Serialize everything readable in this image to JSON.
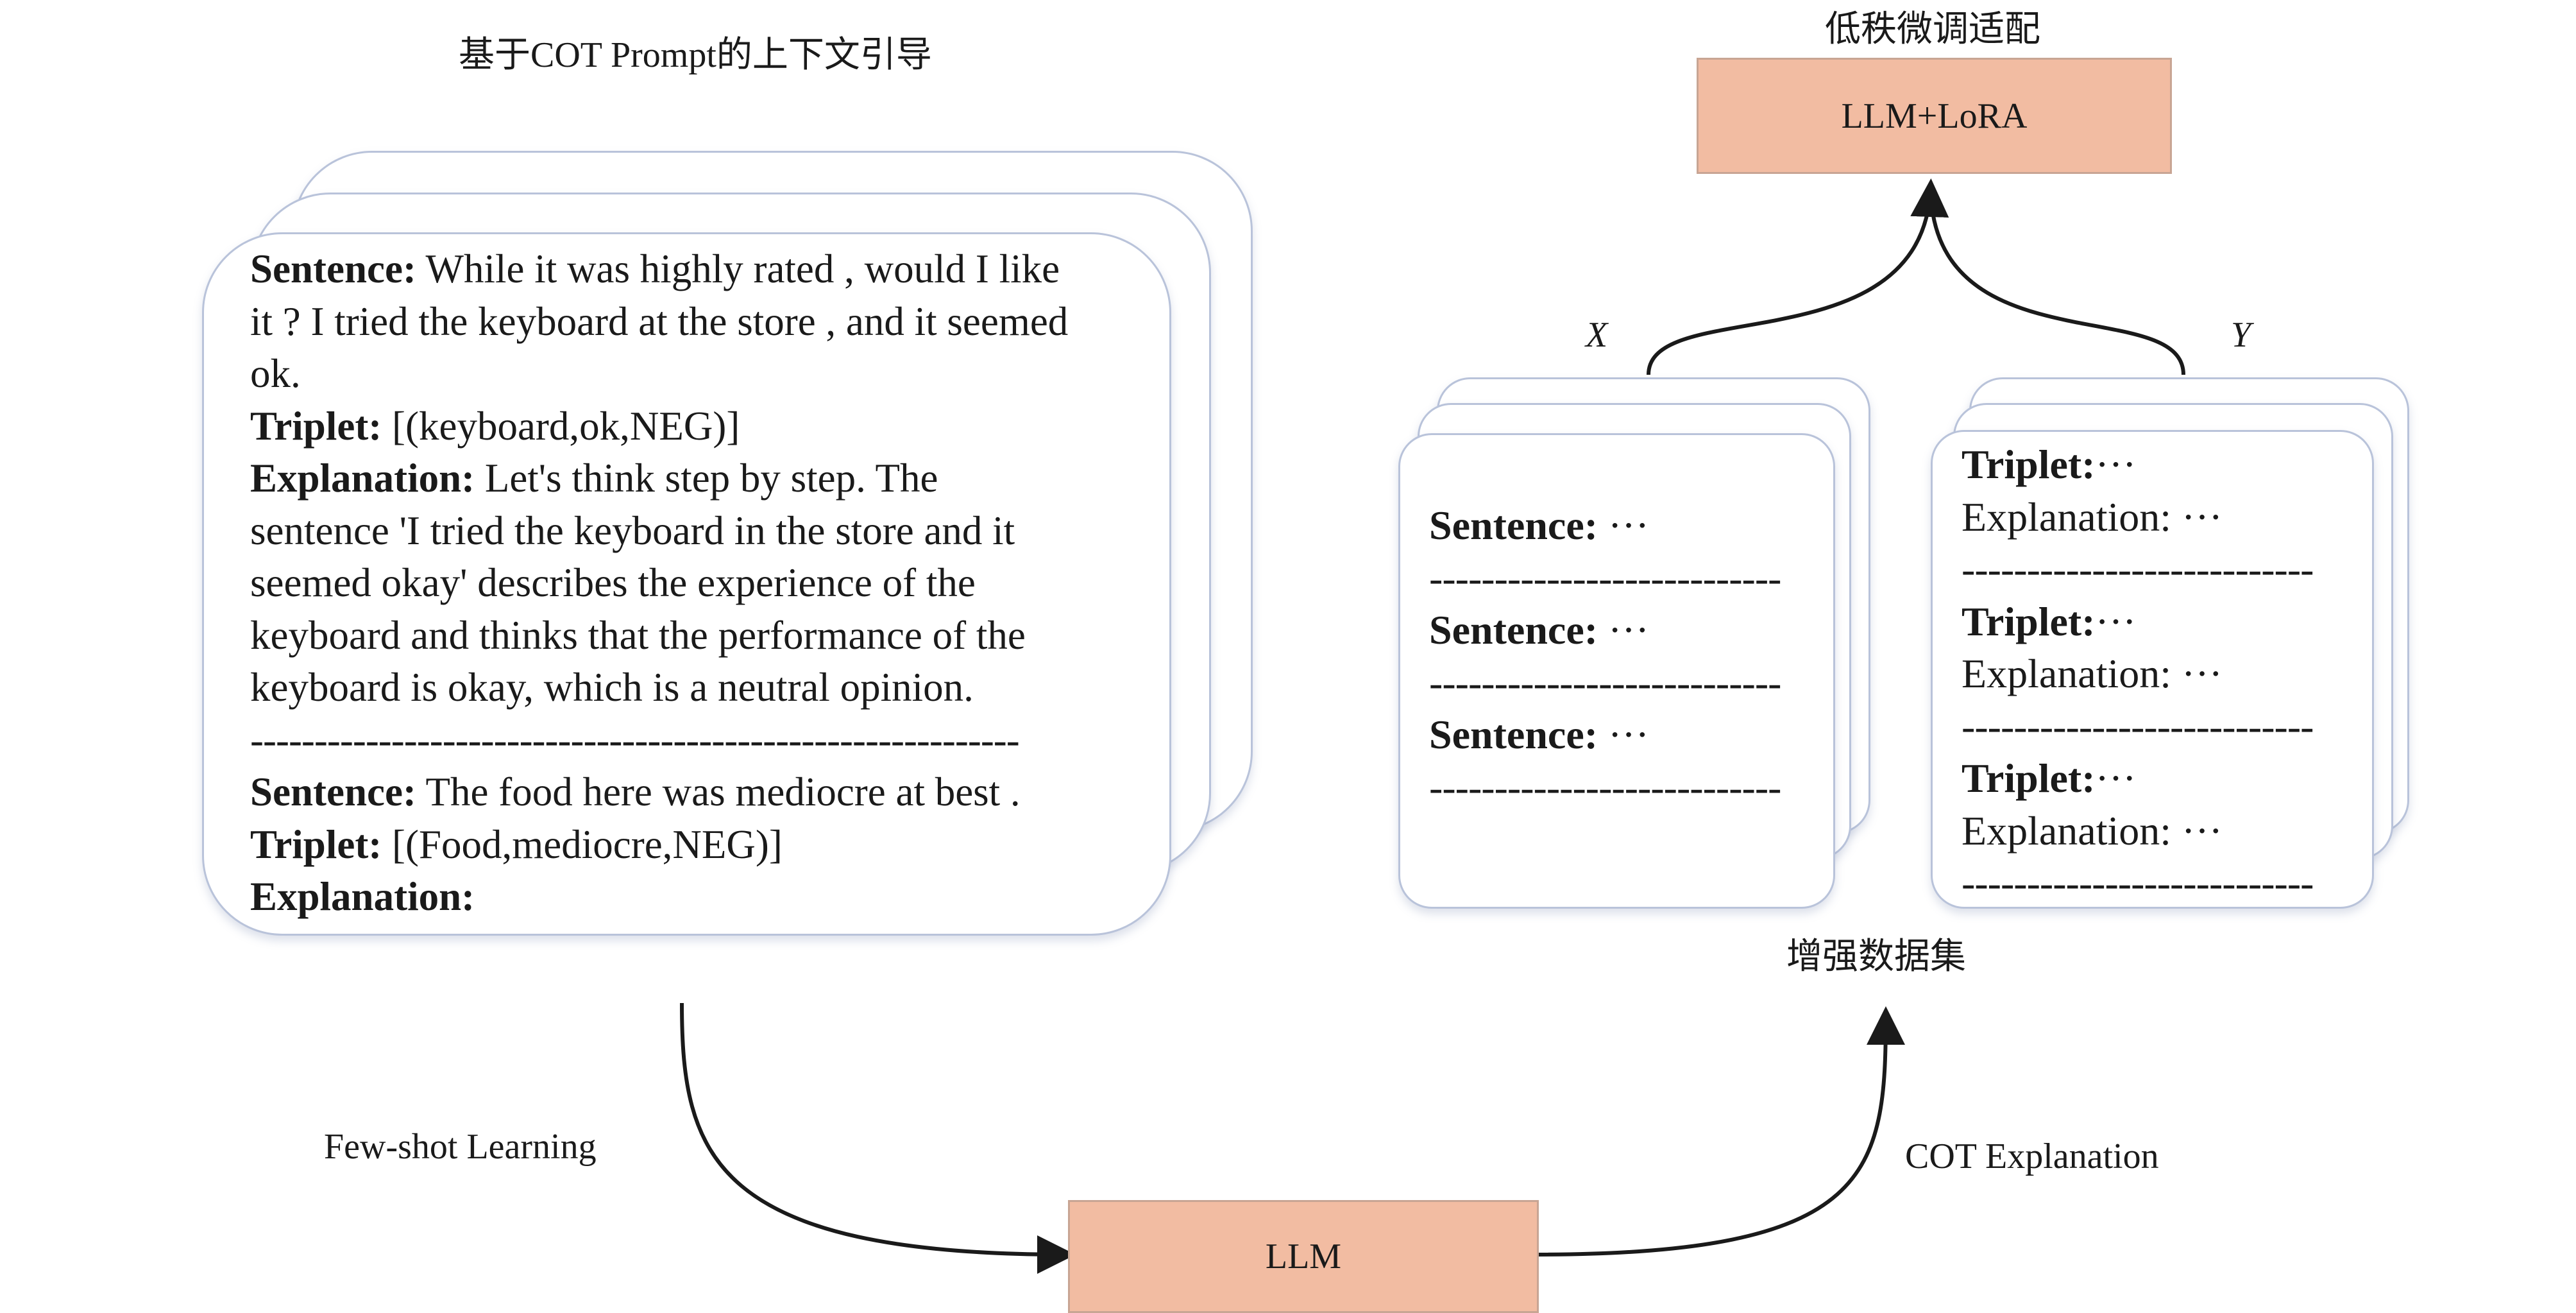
{
  "prompt_panel": {
    "title": "基于COT Prompt的上下文引导",
    "example1": {
      "sentence_label": "Sentence:",
      "sentence_lines": [
        "While it was highly rated , would I like",
        "it ? I tried the keyboard at the store , and it seemed",
        "ok."
      ],
      "triplet_label": "Triplet:",
      "triplet_value": "[(keyboard,ok,NEG)]",
      "explanation_label": "Explanation:",
      "explanation_lines": [
        "Let's think step by step. The",
        "sentence 'I tried the keyboard in the store and it",
        "seemed okay' describes the experience of the",
        "keyboard and thinks that the performance of the",
        "keyboard is okay, which is a neutral opinion."
      ]
    },
    "separator": "------------------------------------------------------------",
    "example2": {
      "sentence_label": "Sentence:",
      "sentence_value": "The food here was mediocre at best .",
      "triplet_label": "Triplet:",
      "triplet_value": "[(Food,mediocre,NEG)]",
      "explanation_label": "Explanation:"
    }
  },
  "left_arrow_label": "Few-shot Learning",
  "llm_box": "LLM",
  "right_arrow_label": "COT Explanation",
  "dataset": {
    "title": "增强数据集",
    "x_label": "X",
    "y_label": "Y",
    "x_card": {
      "items": [
        {
          "label": "Sentence:",
          "value": "···",
          "sep": "---------------------------"
        },
        {
          "label": "Sentence:",
          "value": "···",
          "sep": "---------------------------"
        },
        {
          "label": "Sentence:",
          "value": "···",
          "sep": "---------------------------"
        }
      ]
    },
    "y_card": {
      "items": [
        {
          "triplet_label": "Triplet:",
          "triplet_value": "···",
          "explanation": "Explanation: ···",
          "sep": "---------------------------"
        },
        {
          "triplet_label": "Triplet:",
          "triplet_value": "···",
          "explanation": "Explanation: ···",
          "sep": "---------------------------"
        },
        {
          "triplet_label": "Triplet:",
          "triplet_value": "···",
          "explanation": "Explanation: ···",
          "sep": "---------------------------"
        }
      ]
    }
  },
  "finetune": {
    "title": "低秩微调适配",
    "box": "LLM+LoRA"
  },
  "colors": {
    "box_fill": "#f2bca2",
    "card_border": "#b9c3da",
    "arrow": "#1a1a1a"
  }
}
